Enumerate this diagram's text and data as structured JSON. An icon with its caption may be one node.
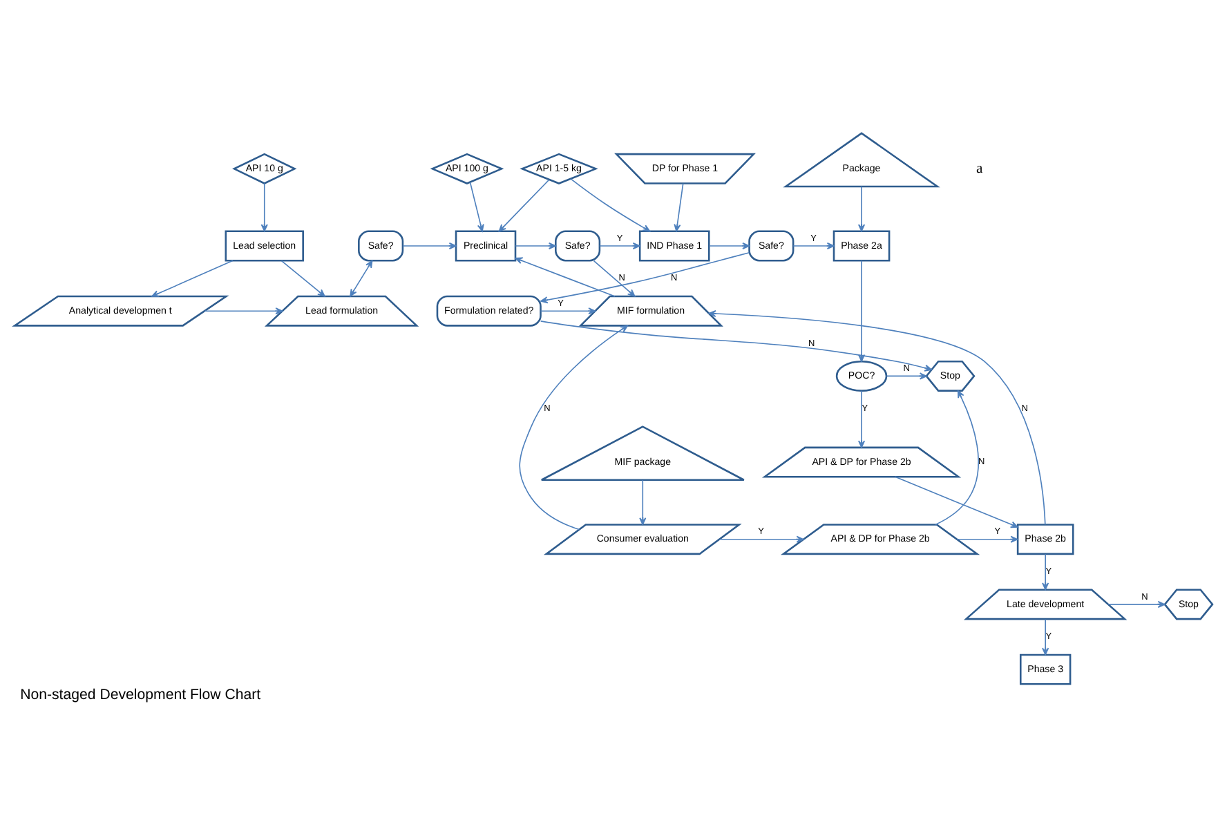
{
  "diagram": {
    "caption": "Non-staged Development Flow Chart",
    "nodes": [
      {
        "text": [
          "API 10 g"
        ]
      },
      {
        "text": [
          "API 100 g"
        ]
      },
      {
        "text": [
          "API 1-5 kg"
        ]
      },
      {
        "text": [
          "DP for Phase 1"
        ]
      },
      {
        "text": [
          "Package"
        ]
      },
      {
        "text": [
          "Lead selection"
        ]
      },
      {
        "text": [
          "Safe?"
        ]
      },
      {
        "text": [
          "Preclinical"
        ]
      },
      {
        "text": [
          "Safe?"
        ]
      },
      {
        "text": [
          "IND Phase 1"
        ]
      },
      {
        "text": [
          "Safe?"
        ]
      },
      {
        "text": [
          "Phase 2a"
        ]
      },
      {
        "text": [
          "Analytical developmen t"
        ]
      },
      {
        "text": [
          "Lead formulation"
        ]
      },
      {
        "text": [
          "MIF formulation"
        ]
      },
      {
        "text": [
          "Formulation related?"
        ]
      },
      {
        "text": [
          "Stop"
        ]
      },
      {
        "text": [
          "POC?"
        ]
      },
      {
        "text": [
          "API & DP for Phase 2b"
        ]
      },
      {
        "text": [
          "MIF package"
        ]
      },
      {
        "text": [
          "Consumer evaluation"
        ]
      },
      {
        "text": [
          "API & DP for Phase 2b"
        ]
      },
      {
        "text": [
          "Phase 2b"
        ]
      },
      {
        "text": [
          "Stop"
        ]
      },
      {
        "text": [
          "Late development"
        ]
      },
      {
        "text": [
          "Phase 3"
        ]
      }
    ],
    "edges": [
      {
        "from": 0,
        "to": 5,
        "arrow": "to"
      },
      {
        "from": 5,
        "to": 12,
        "arrow": "to"
      },
      {
        "from": 5,
        "to": 13,
        "arrow": "to"
      },
      {
        "from": 12,
        "to": 13,
        "arrow": "to"
      },
      {
        "from": 13,
        "to": 6,
        "arrow": "both"
      },
      {
        "from": 6,
        "to": 7,
        "arrow": "to"
      },
      {
        "from": 1,
        "to": 7,
        "arrow": "to"
      },
      {
        "from": 2,
        "to": 7,
        "arrow": "to"
      },
      {
        "from": 2,
        "to": 9,
        "arrow": "to"
      },
      {
        "from": 3,
        "to": 9,
        "arrow": "to"
      },
      {
        "from": 7,
        "to": 8,
        "arrow": "to"
      },
      {
        "from": 8,
        "to": 9,
        "label": "Y",
        "arrow": "to"
      },
      {
        "from": 8,
        "to": 14,
        "label": "N",
        "arrow": "to"
      },
      {
        "from": 14,
        "to": 7,
        "arrow": "to"
      },
      {
        "from": 9,
        "to": 10,
        "arrow": "to"
      },
      {
        "from": 10,
        "to": 11,
        "label": "Y",
        "arrow": "to"
      },
      {
        "from": 4,
        "to": 11,
        "arrow": "to"
      },
      {
        "from": 10,
        "to": 15,
        "label": "N",
        "arrow": "to"
      },
      {
        "from": 15,
        "to": 14,
        "label": "Y",
        "arrow": "to"
      },
      {
        "from": 15,
        "to": 16,
        "label": "N",
        "arrow": "to"
      },
      {
        "from": 11,
        "to": 17,
        "arrow": "to"
      },
      {
        "from": 17,
        "to": 16,
        "label": "N",
        "arrow": "to"
      },
      {
        "from": 17,
        "to": 18,
        "label": "Y",
        "arrow": "to"
      },
      {
        "from": 18,
        "to": 22,
        "arrow": "to"
      },
      {
        "from": 19,
        "to": 20,
        "arrow": "to"
      },
      {
        "from": 20,
        "to": 21,
        "label": "Y",
        "arrow": "to"
      },
      {
        "from": 20,
        "to": 14,
        "label": "N",
        "arrow": "to"
      },
      {
        "from": 21,
        "to": 16,
        "label": "N",
        "arrow": "to"
      },
      {
        "from": 21,
        "to": 22,
        "label": "Y",
        "arrow": "to"
      },
      {
        "from": 22,
        "to": 14,
        "label": "N",
        "arrow": "to"
      },
      {
        "from": 22,
        "to": 24,
        "label": "Y",
        "arrow": "to"
      },
      {
        "from": 24,
        "to": 23,
        "label": "N",
        "arrow": "to"
      },
      {
        "from": 24,
        "to": 25,
        "label": "Y",
        "arrow": "to"
      }
    ],
    "labels": [
      "a"
    ]
  }
}
